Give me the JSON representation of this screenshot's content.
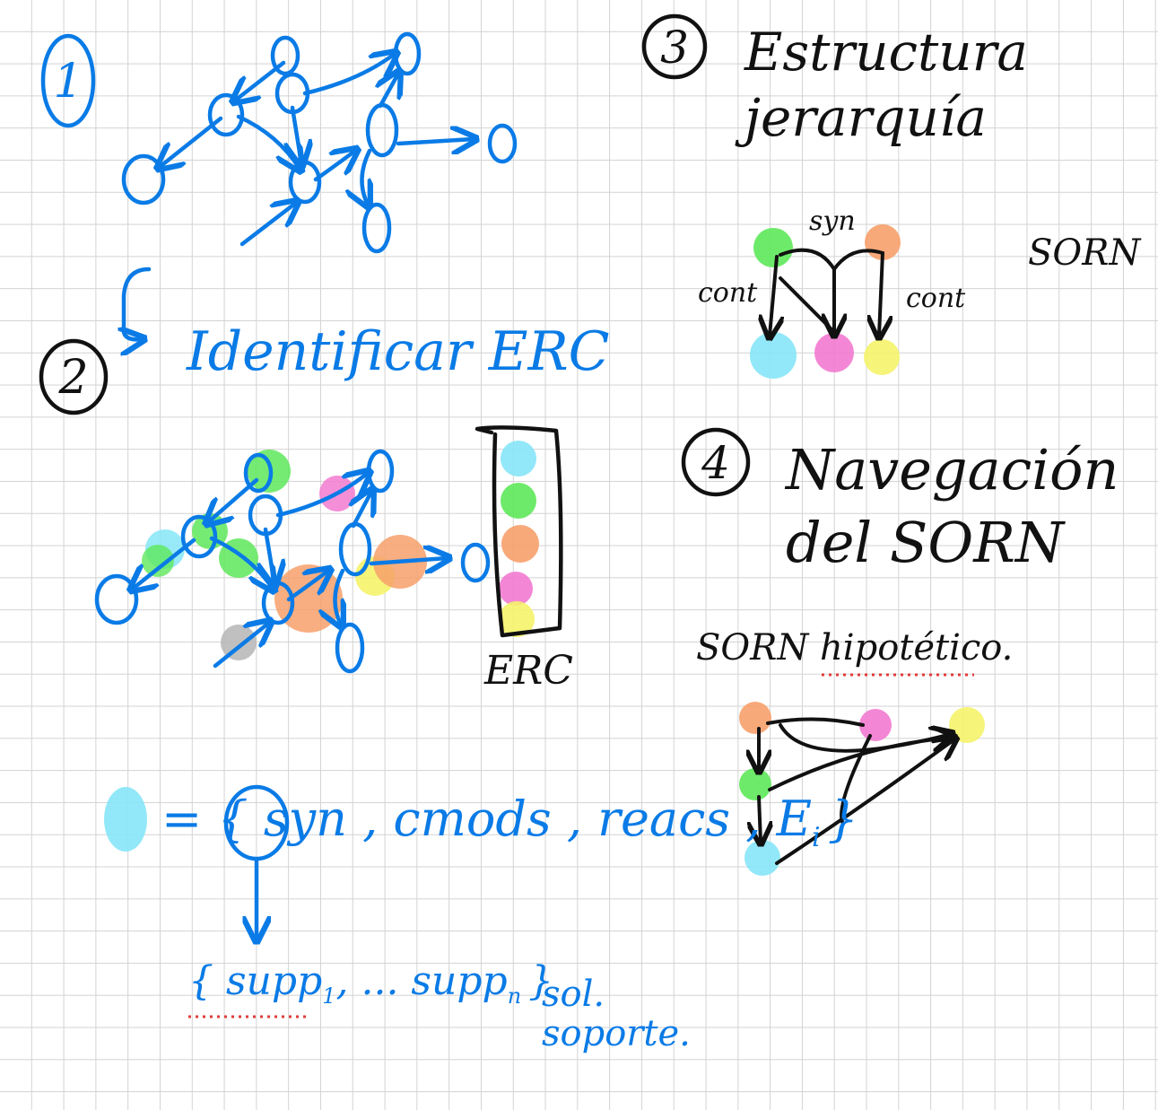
{
  "colors": {
    "blue": "#0a7be6",
    "black": "#111111",
    "green": "#5ee85a",
    "orange": "#f7a06a",
    "pink": "#f27ad0",
    "cyan": "#86e6f7",
    "yellow": "#f5f36a",
    "gray": "#b9b9b9",
    "grid": "#d3d3d3",
    "spellcheck": "#e23b3b"
  },
  "steps": [
    {
      "number": "1",
      "label": ""
    },
    {
      "number": "2",
      "label": "Identificar ERC"
    },
    {
      "number": "3",
      "label": "Estructura jerarquía"
    },
    {
      "number": "4",
      "label": "Navegación del SORN"
    }
  ],
  "labels": {
    "sorn": "SORN",
    "syn": "syn",
    "cont_left": "cont",
    "cont_right": "cont",
    "erc": "ERC",
    "sorn_hypothesis": "SORN hipotético.",
    "set_definition": "= { syn , cmods , reacs , E",
    "set_subscript": "i",
    "set_close": "}",
    "support_set": "{ supp",
    "support_sub": "1",
    "support_rest": ", ... supp",
    "support_sub_n": "n",
    "support_close": "}",
    "support_note": "sol. soporte."
  }
}
